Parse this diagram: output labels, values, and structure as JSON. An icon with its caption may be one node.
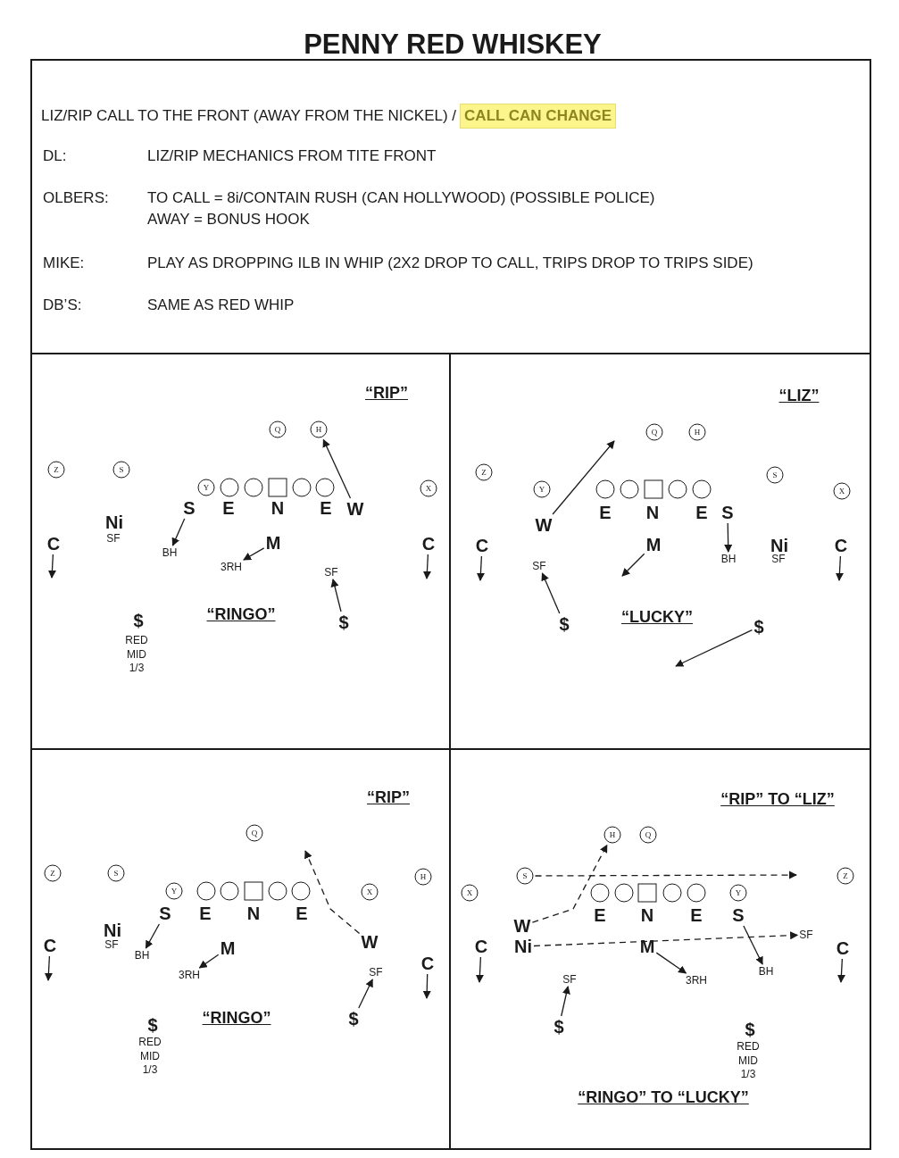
{
  "diagram": {
    "title": "PENNY RED WHISKEY",
    "nodes": [
      {
        "text": [
          "LIZ/RIP CALL TO THE FRONT (AWAY FROM THE NICKEL) /",
          "CALL CAN CHANGE",
          "DL:",
          "LIZ/RIP MECHANICS FROM TITE FRONT",
          "OLBERS:",
          "TO CALL = 8i/CONTAIN RUSH (CAN HOLLYWOOD) (POSSIBLE POLICE)",
          "AWAY = BONUS HOOK",
          "MIKE:",
          "PLAY AS DROPPING ILB IN WHIP (2X2 DROP TO CALL, TRIPS DROP TO TRIPS SIDE)",
          "DB’S:",
          "SAME AS RED WHIP"
        ]
      },
      {
        "text": [
          "“RIP”",
          "“RINGO”"
        ]
      },
      {
        "text": [
          "“LIZ”",
          "“LUCKY”"
        ]
      },
      {
        "text": [
          "“RIP”",
          "“RINGO”"
        ]
      },
      {
        "text": [
          "“RIP” TO “LIZ”",
          "“RINGO” TO “LUCKY”"
        ]
      },
      {
        "text": [
          "Q"
        ],
        "in": 1
      },
      {
        "text": [
          "H"
        ],
        "in": 1
      },
      {
        "text": [
          "Z"
        ],
        "in": 1
      },
      {
        "text": [
          "S"
        ],
        "in": 1
      },
      {
        "text": [
          "Y"
        ],
        "in": 1
      },
      {
        "text": [],
        "shape": "circle",
        "in": 1
      },
      {
        "text": [],
        "shape": "circle",
        "in": 1
      },
      {
        "text": [],
        "shape": "box",
        "in": 1
      },
      {
        "text": [],
        "shape": "circle",
        "in": 1
      },
      {
        "text": [],
        "shape": "circle",
        "in": 1
      },
      {
        "text": [
          "X"
        ],
        "in": 1
      },
      {
        "text": [
          "S"
        ],
        "in": 1
      },
      {
        "text": [
          "W"
        ],
        "in": 1
      },
      {
        "text": [
          "C"
        ],
        "in": 1
      },
      {
        "text": [
          "M"
        ],
        "in": 1
      },
      {
        "text": [
          "C"
        ],
        "in": 1
      },
      {
        "text": [
          "BH"
        ],
        "in": 1
      },
      {
        "text": [
          "3RH"
        ],
        "in": 1
      },
      {
        "text": [
          "SF"
        ],
        "in": 1
      },
      {
        "text": [
          "$"
        ],
        "in": 1
      },
      {
        "text": [
          "Q"
        ],
        "in": 2
      },
      {
        "text": [
          "H"
        ],
        "in": 2
      },
      {
        "text": [
          "Z"
        ],
        "in": 2
      },
      {
        "text": [
          "S"
        ],
        "in": 2
      },
      {
        "text": [
          "Y"
        ],
        "in": 2
      },
      {
        "text": [],
        "shape": "circle",
        "in": 2
      },
      {
        "text": [],
        "shape": "circle",
        "in": 2
      },
      {
        "text": [],
        "shape": "box",
        "in": 2
      },
      {
        "text": [],
        "shape": "circle",
        "in": 2
      },
      {
        "text": [],
        "shape": "circle",
        "in": 2
      },
      {
        "text": [
          "X"
        ],
        "in": 2
      },
      {
        "text": [
          "W"
        ],
        "in": 2
      },
      {
        "text": [
          "S"
        ],
        "in": 2
      },
      {
        "text": [
          "C"
        ],
        "in": 2
      },
      {
        "text": [
          "M"
        ],
        "in": 2
      },
      {
        "text": [
          "C"
        ],
        "in": 2
      },
      {
        "text": [
          "BH"
        ],
        "in": 2
      },
      {
        "text": [
          "SF"
        ],
        "in": 2
      },
      {
        "text": [
          "$"
        ],
        "in": 2
      },
      {
        "text": [
          "$"
        ],
        "in": 2
      },
      {
        "text": [
          "Q"
        ],
        "in": 3
      },
      {
        "text": [
          "Z"
        ],
        "in": 3
      },
      {
        "text": [
          "S"
        ],
        "in": 3
      },
      {
        "text": [
          "H"
        ],
        "in": 3
      },
      {
        "text": [
          "Y"
        ],
        "in": 3
      },
      {
        "text": [],
        "shape": "circle",
        "in": 3
      },
      {
        "text": [],
        "shape": "circle",
        "in": 3
      },
      {
        "text": [],
        "shape": "box",
        "in": 3
      },
      {
        "text": [],
        "shape": "circle",
        "in": 3
      },
      {
        "text": [],
        "shape": "circle",
        "in": 3
      },
      {
        "text": [
          "X"
        ],
        "in": 3
      },
      {
        "text": [
          "S"
        ],
        "in": 3
      },
      {
        "text": [
          "W"
        ],
        "in": 3
      },
      {
        "text": [
          "C"
        ],
        "in": 3
      },
      {
        "text": [
          "M"
        ],
        "in": 3
      },
      {
        "text": [
          "C"
        ],
        "in": 3
      },
      {
        "text": [
          "BH"
        ],
        "in": 3
      },
      {
        "text": [
          "3RH"
        ],
        "in": 3
      },
      {
        "text": [
          "SF"
        ],
        "in": 3
      },
      {
        "text": [
          "$"
        ],
        "in": 3
      },
      {
        "text": [
          "H"
        ],
        "in": 4
      },
      {
        "text": [
          "Q"
        ],
        "in": 4
      },
      {
        "text": [
          "S"
        ],
        "in": 4
      },
      {
        "text": [
          "Z"
        ],
        "in": 4
      },
      {
        "text": [
          "X"
        ],
        "in": 4
      },
      {
        "text": [],
        "shape": "circle",
        "in": 4
      },
      {
        "text": [],
        "shape": "circle",
        "in": 4
      },
      {
        "text": [],
        "shape": "box",
        "in": 4
      },
      {
        "text": [],
        "shape": "circle",
        "in": 4
      },
      {
        "text": [],
        "shape": "circle",
        "in": 4
      },
      {
        "text": [
          "Y"
        ],
        "in": 4
      },
      {
        "text": [
          "S"
        ],
        "in": 4
      },
      {
        "text": [
          "W"
        ],
        "in": 4
      },
      {
        "text": [
          "C"
        ],
        "in": 4
      },
      {
        "text": [
          "Ni"
        ],
        "in": 4
      },
      {
        "text": [
          "M"
        ],
        "in": 4
      },
      {
        "text": [
          "SF"
        ],
        "in": 4
      },
      {
        "text": [
          "C"
        ],
        "in": 4
      },
      {
        "text": [
          "BH"
        ],
        "in": 4
      },
      {
        "text": [
          "3RH"
        ],
        "in": 4
      },
      {
        "text": [
          "SF"
        ],
        "in": 4
      },
      {
        "text": [
          "$"
        ],
        "in": 4
      }
    ],
    "edges": [
      {
        "from": 17,
        "to": 6,
        "arrow": "to"
      },
      {
        "from": 18,
        "to": null,
        "arrow": "to"
      },
      {
        "from": 20,
        "to": null,
        "arrow": "to"
      },
      {
        "from": 16,
        "to": 21,
        "arrow": "to"
      },
      {
        "from": 19,
        "to": 22,
        "arrow": "to"
      },
      {
        "from": 24,
        "to": 23,
        "arrow": "to"
      },
      {
        "from": 36,
        "to": null,
        "arrow": "to"
      },
      {
        "from": 37,
        "to": 41,
        "arrow": "to"
      },
      {
        "from": 38,
        "to": null,
        "arrow": "to"
      },
      {
        "from": 39,
        "to": null,
        "arrow": "to"
      },
      {
        "from": 40,
        "to": null,
        "arrow": "to"
      },
      {
        "from": 43,
        "to": 42,
        "arrow": "to"
      },
      {
        "from": 44,
        "to": null,
        "arrow": "to"
      },
      {
        "from": 56,
        "to": 61,
        "arrow": "to"
      },
      {
        "from": 57,
        "to": null,
        "arrow": "to",
        "style": "dashed"
      },
      {
        "from": 58,
        "to": null,
        "arrow": "to"
      },
      {
        "from": 59,
        "to": 62,
        "arrow": "to"
      },
      {
        "from": 60,
        "to": null,
        "arrow": "to"
      },
      {
        "from": 64,
        "to": 63,
        "arrow": "to"
      },
      {
        "from": 67,
        "to": null,
        "arrow": "to",
        "style": "dashed"
      },
      {
        "from": 77,
        "to": 65,
        "arrow": "to",
        "style": "dashed"
      },
      {
        "from": 76,
        "to": 83,
        "arrow": "to"
      },
      {
        "from": 78,
        "to": null,
        "arrow": "to"
      },
      {
        "from": 79,
        "to": 81,
        "arrow": "to",
        "style": "dashed"
      },
      {
        "from": 80,
        "to": 84,
        "arrow": "to"
      },
      {
        "from": 82,
        "to": null,
        "arrow": "to"
      },
      {
        "from": 86,
        "to": 85,
        "arrow": "to"
      }
    ],
    "labels": [
      "E",
      "N",
      "E",
      "Ni",
      "SF",
      "$",
      "RED MID 1/3",
      "E",
      "N",
      "E",
      "Ni",
      "SF",
      "E",
      "N",
      "E",
      "Ni",
      "SF",
      "$",
      "RED MID 1/3",
      "E",
      "N",
      "E",
      "$",
      "RED MID 1/3"
    ]
  }
}
